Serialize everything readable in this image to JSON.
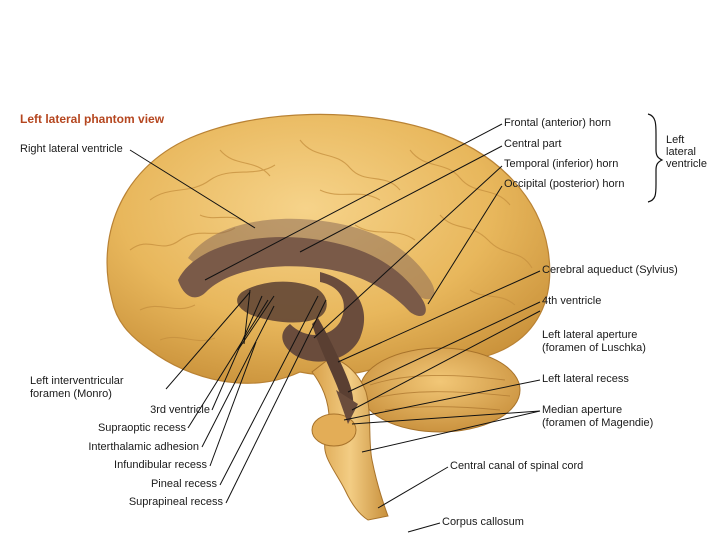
{
  "title": "Left lateral phantom view",
  "labels": {
    "right_lateral_ventricle": "Right lateral ventricle",
    "frontal_horn": "Frontal (anterior) horn",
    "central_part": "Central part",
    "temporal_horn": "Temporal (inferior) horn",
    "occipital_horn": "Occipital (posterior) horn",
    "cerebral_aqueduct": "Cerebral aqueduct (Sylvius)",
    "fourth_ventricle": "4th ventricle",
    "left_lateral_aperture_1": "Left lateral aperture",
    "left_lateral_aperture_2": "(foramen of Luschka)",
    "left_lateral_recess": "Left lateral recess",
    "median_aperture_1": "Median aperture",
    "median_aperture_2": "(foramen of Magendie)",
    "central_canal": "Central canal of spinal cord",
    "corpus_callosum": "Corpus callosum",
    "left_interventricular_1": "Left interventricular",
    "left_interventricular_2": "foramen (Monro)",
    "third_ventricle": "3rd ventricle",
    "supraoptic_recess": "Supraoptic recess",
    "interthalamic_adhesion": "Interthalamic adhesion",
    "infundibular_recess": "Infundibular recess",
    "pineal_recess": "Pineal recess",
    "suprapineal_recess": "Suprapineal recess"
  },
  "group_label": [
    "Left",
    "lateral",
    "ventricle"
  ],
  "colors": {
    "title": "#b5461f",
    "brain_fill": "#e8b75c",
    "brain_shadow": "#c9913a",
    "ventricle": "#7a5a48",
    "ventricle_dark": "#5a3f32",
    "leader": "#111111"
  }
}
